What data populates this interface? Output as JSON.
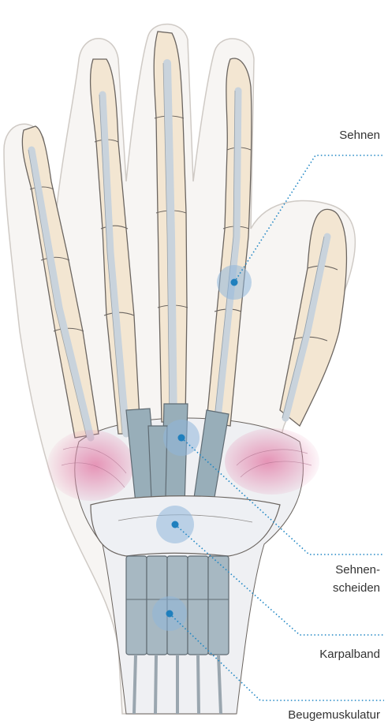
{
  "labels": {
    "tendons": "Sehnen",
    "tendon_sheaths_line1": "Sehnen-",
    "tendon_sheaths_line2": "scheiden",
    "carpal_ligament": "Karpalband",
    "flexor_muscles": "Beugemuskulatur"
  },
  "colors": {
    "leader": "#1f86c4",
    "marker_fill": "#1f7fbd",
    "marker_halo": "#8fb6da",
    "bone": "#f3e6d2",
    "tendon": "#c9d3dc",
    "sheath": "#98aeb9",
    "muscle": "#e58fb3",
    "outline": "#6b6560"
  }
}
